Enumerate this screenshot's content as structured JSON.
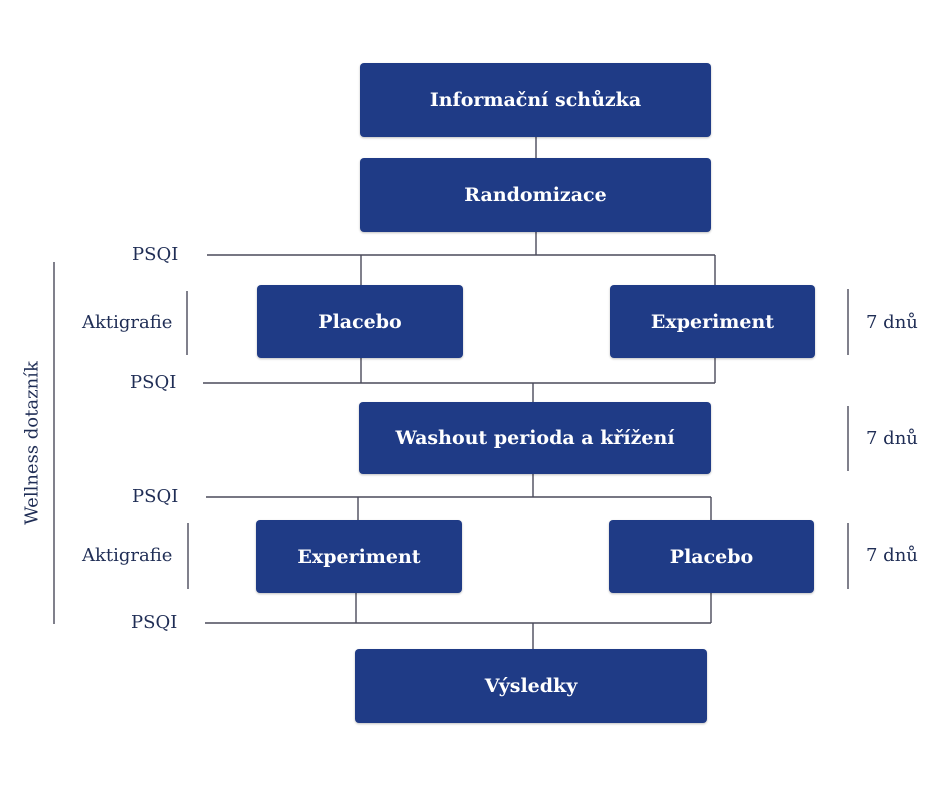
{
  "colors": {
    "box_fill": "#1f3b86",
    "box_text": "#ffffff",
    "line": "#4a4a5a",
    "label_text": "#1f2d55"
  },
  "boxes": {
    "info_meeting": "Informační schůzka",
    "randomization": "Randomizace",
    "period1_left": "Placebo",
    "period1_right": "Experiment",
    "washout": "Washout perioda a křížení",
    "period2_left": "Experiment",
    "period2_right": "Placebo",
    "results": "Výsledky"
  },
  "labels": {
    "psqi_1": "PSQI",
    "psqi_2": "PSQI",
    "psqi_3": "PSQI",
    "psqi_4": "PSQI",
    "actigraphy_1": "Aktigrafie",
    "actigraphy_2": "Aktigrafie",
    "duration_1": "7 dnů",
    "duration_2": "7 dnů",
    "duration_3": "7 dnů",
    "questionnaire": "Wellness dotazník"
  }
}
